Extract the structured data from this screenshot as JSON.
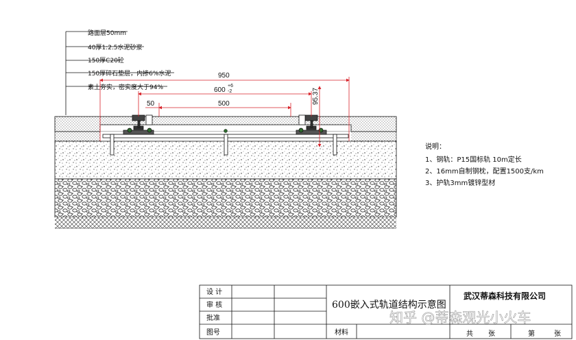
{
  "layers": [
    "路面层50mm",
    "40厚1:2.5水泥砂浆",
    "150厚C20砼",
    "150厚碎石垫层，内掺6%水泥",
    "素土夯实，密实度大于94%"
  ],
  "dimensions": {
    "outer": "950",
    "gauge": "600",
    "gauge_tol_upper": "+6",
    "gauge_tol_lower": "-2",
    "flangeway": "50",
    "inner": "500",
    "rail_height": "95.37"
  },
  "notes": {
    "title": "说明：",
    "items": [
      "1、钢轨：P15国标轨 10m定长",
      "2、16mm自制钢枕，配置1500支/km",
      "3、护轨3mm镀锌型材"
    ]
  },
  "title_block": {
    "design": "设 计",
    "review": "审 核",
    "approve": "批准",
    "drawing_no": "图号",
    "drawing_title": "600嵌入式轨道结构示意图",
    "material": "材料",
    "company": "武汉蒂森科技有限公司",
    "total": "共",
    "sheets": "张",
    "page": "第",
    "sheet": "张"
  },
  "watermark": "知乎 @蒂森观光小火车",
  "colors": {
    "dimension_lines": "#d8232a",
    "linework": "#111111"
  }
}
